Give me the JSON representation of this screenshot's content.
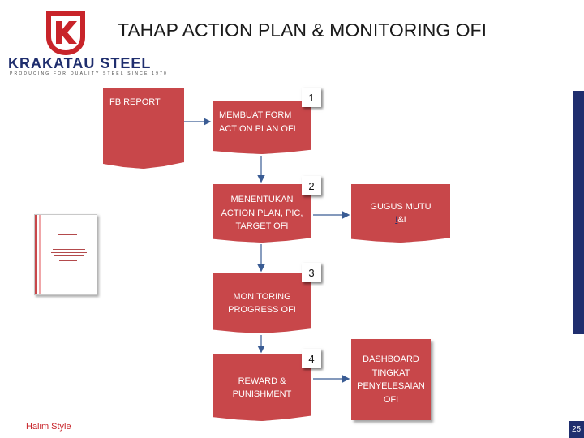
{
  "header": {
    "title": "TAHAP ACTION PLAN & MONITORING OFI",
    "logo_name": "KRAKATAU STEEL",
    "logo_tagline": "PRODUCING FOR QUALITY STEEL SINCE 1970",
    "brand_red": "#c8242a",
    "brand_blue": "#1f2e6e"
  },
  "flow": {
    "box_color": "#c8474a",
    "fb_report": "FB REPORT",
    "steps": [
      {
        "number": "1",
        "label": "MEMBUAT FORM ACTION PLAN OFI"
      },
      {
        "number": "2",
        "label": "MENENTUKAN ACTION PLAN, PIC, TARGET OFI"
      },
      {
        "number": "3",
        "label": "MONITORING PROGRESS OFI"
      },
      {
        "number": "4",
        "label": "REWARD & PUNISHMENT"
      }
    ],
    "gugus": {
      "prefix": "GUGUS MUTU",
      "underlined": "I",
      "suffix": "&I"
    },
    "dashboard": "DASHBOARD TINGKAT PENYELESAIAN OFI"
  },
  "footer": {
    "author": "Halim Style",
    "page_number": "25"
  }
}
